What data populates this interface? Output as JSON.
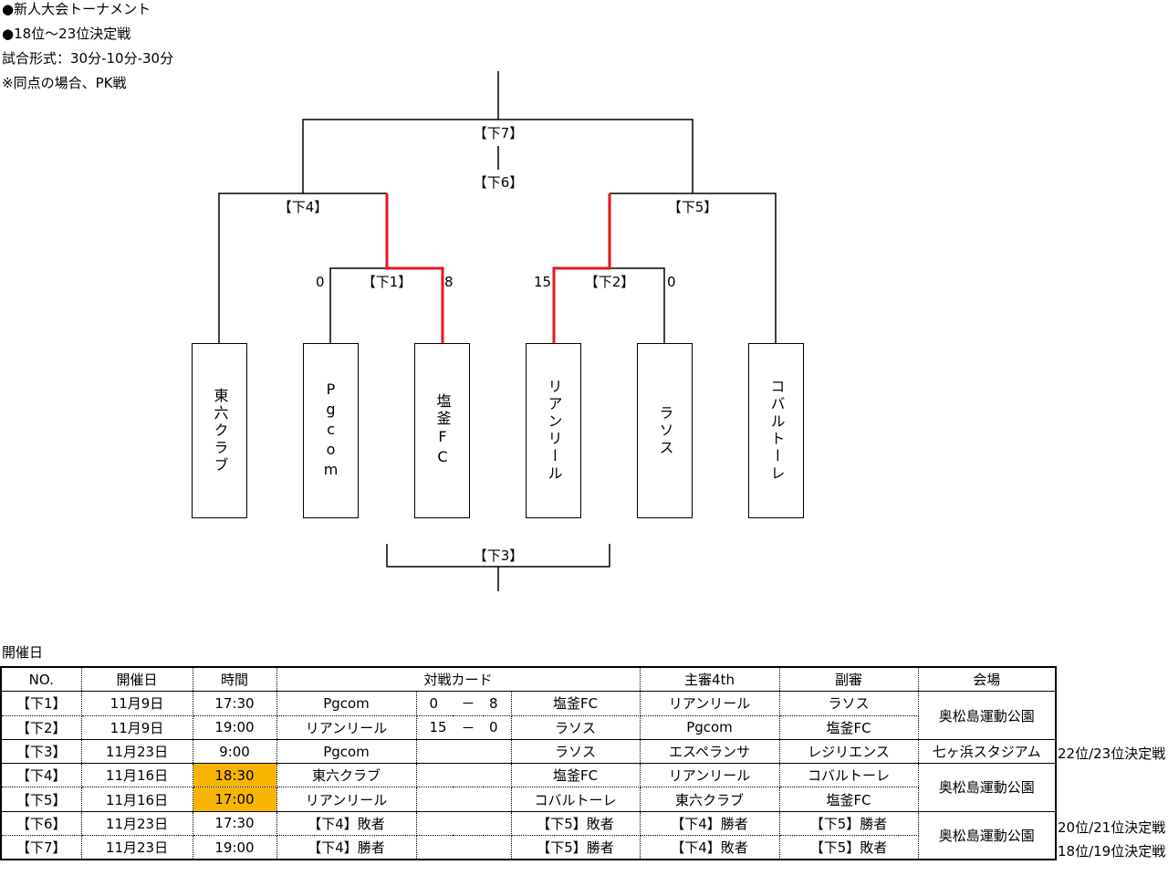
{
  "header": {
    "line1": "●新人大会トーナメント",
    "line2": "●18位～23位決定戦",
    "line3": "試合形式：30分-10分-30分",
    "line4": "※同点の場合、PK戦"
  },
  "bracket": {
    "matches": {
      "m7": "【下7】",
      "m6": "【下6】",
      "m4": "【下4】",
      "m5": "【下5】",
      "m1": "【下1】",
      "m2": "【下2】",
      "m3": "【下3】"
    },
    "scores": {
      "m1_left": "0",
      "m1_right": "8",
      "m2_left": "15",
      "m2_right": "0"
    },
    "teams": [
      "東六クラブ",
      "Pgcom",
      "塩釜FC",
      "リアンリール",
      "ラソス",
      "コバルトーレ"
    ],
    "winner_color": "#e8141b"
  },
  "schedule": {
    "caption": "開催日",
    "headers": {
      "no": "NO.",
      "date": "開催日",
      "time": "時間",
      "card": "対戦カード",
      "ref": "主審4th",
      "asst": "副審",
      "venue": "会場"
    },
    "rows": [
      {
        "no": "【下1】",
        "date": "11月9日",
        "time": "17:30",
        "home": "Pgcom",
        "s1": "0",
        "dash": "－",
        "s2": "8",
        "away": "塩釜FC",
        "ref": "リアンリール",
        "asst": "ラソス"
      },
      {
        "no": "【下2】",
        "date": "11月9日",
        "time": "19:00",
        "home": "リアンリール",
        "s1": "15",
        "dash": "－",
        "s2": "0",
        "away": "ラソス",
        "ref": "Pgcom",
        "asst": "塩釜FC"
      },
      {
        "no": "【下3】",
        "date": "11月23日",
        "time": "9:00",
        "home": "Pgcom",
        "s1": "",
        "dash": "",
        "s2": "",
        "away": "ラソス",
        "ref": "エスペランサ",
        "asst": "レジリエンス"
      },
      {
        "no": "【下4】",
        "date": "11月16日",
        "time": "18:30",
        "home": "東六クラブ",
        "s1": "",
        "dash": "",
        "s2": "",
        "away": "塩釜FC",
        "ref": "リアンリール",
        "asst": "コバルトーレ"
      },
      {
        "no": "【下5】",
        "date": "11月16日",
        "time": "17:00",
        "home": "リアンリール",
        "s1": "",
        "dash": "",
        "s2": "",
        "away": "コバルトーレ",
        "ref": "東六クラブ",
        "asst": "塩釜FC"
      },
      {
        "no": "【下6】",
        "date": "11月23日",
        "time": "17:30",
        "home": "【下4】敗者",
        "s1": "",
        "dash": "",
        "s2": "",
        "away": "【下5】敗者",
        "ref": "【下4】勝者",
        "asst": "【下5】勝者"
      },
      {
        "no": "【下7】",
        "date": "11月23日",
        "time": "19:00",
        "home": "【下4】勝者",
        "s1": "",
        "dash": "",
        "s2": "",
        "away": "【下5】勝者",
        "ref": "【下4】敗者",
        "asst": "【下5】敗者"
      }
    ],
    "venues": [
      "奥松島運動公園",
      "七ヶ浜スタジアム",
      "奥松島運動公園",
      "奥松島運動公園"
    ],
    "side_notes": [
      "22位/23位決定戦",
      "20位/21位決定戦",
      "18位/19位決定戦"
    ],
    "highlight_color": "#f7b500"
  }
}
